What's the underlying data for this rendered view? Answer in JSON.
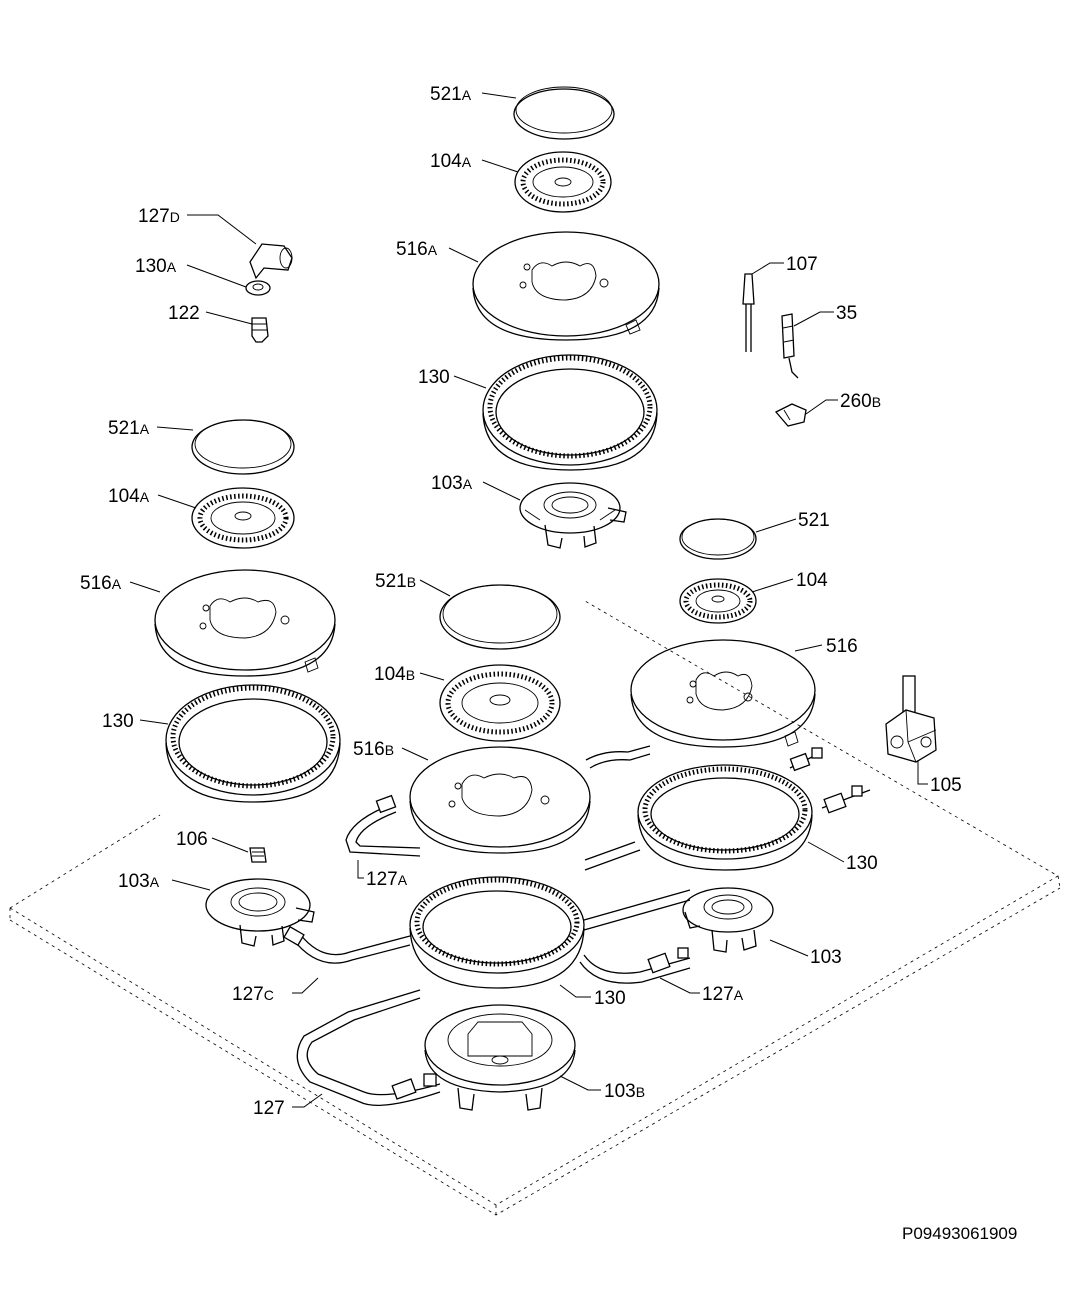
{
  "labels": [
    {
      "id": "l521a_top",
      "num": "521",
      "suffix": "A"
    },
    {
      "id": "l104a_top",
      "num": "104",
      "suffix": "A"
    },
    {
      "id": "l127d",
      "num": "127",
      "suffix": "D"
    },
    {
      "id": "l130a",
      "num": "130",
      "suffix": "A"
    },
    {
      "id": "l122",
      "num": "122",
      "suffix": ""
    },
    {
      "id": "l516a_top",
      "num": "516",
      "suffix": "A"
    },
    {
      "id": "l107",
      "num": "107",
      "suffix": ""
    },
    {
      "id": "l35",
      "num": "35",
      "suffix": ""
    },
    {
      "id": "l130_top",
      "num": "130",
      "suffix": ""
    },
    {
      "id": "l260b",
      "num": "260",
      "suffix": "B"
    },
    {
      "id": "l521a_left",
      "num": "521",
      "suffix": "A"
    },
    {
      "id": "l103a_top",
      "num": "103",
      "suffix": "A"
    },
    {
      "id": "l104a_left",
      "num": "104",
      "suffix": "A"
    },
    {
      "id": "l521",
      "num": "521",
      "suffix": ""
    },
    {
      "id": "l516a_left",
      "num": "516",
      "suffix": "A"
    },
    {
      "id": "l521b",
      "num": "521",
      "suffix": "B"
    },
    {
      "id": "l104",
      "num": "104",
      "suffix": ""
    },
    {
      "id": "l516",
      "num": "516",
      "suffix": ""
    },
    {
      "id": "l104b",
      "num": "104",
      "suffix": "B"
    },
    {
      "id": "l130_left",
      "num": "130",
      "suffix": ""
    },
    {
      "id": "l516b",
      "num": "516",
      "suffix": "B"
    },
    {
      "id": "l105",
      "num": "105",
      "suffix": ""
    },
    {
      "id": "l106",
      "num": "106",
      "suffix": ""
    },
    {
      "id": "l127a_mid",
      "num": "127",
      "suffix": "A"
    },
    {
      "id": "l130_right",
      "num": "130",
      "suffix": ""
    },
    {
      "id": "l103a_left",
      "num": "103",
      "suffix": "A"
    },
    {
      "id": "l103",
      "num": "103",
      "suffix": ""
    },
    {
      "id": "l127c",
      "num": "127",
      "suffix": "C"
    },
    {
      "id": "l130_bottom",
      "num": "130",
      "suffix": ""
    },
    {
      "id": "l127a_bottom",
      "num": "127",
      "suffix": "A"
    },
    {
      "id": "l103b",
      "num": "103",
      "suffix": "B"
    },
    {
      "id": "l127",
      "num": "127",
      "suffix": ""
    }
  ],
  "drawing_code": "P09493061909"
}
